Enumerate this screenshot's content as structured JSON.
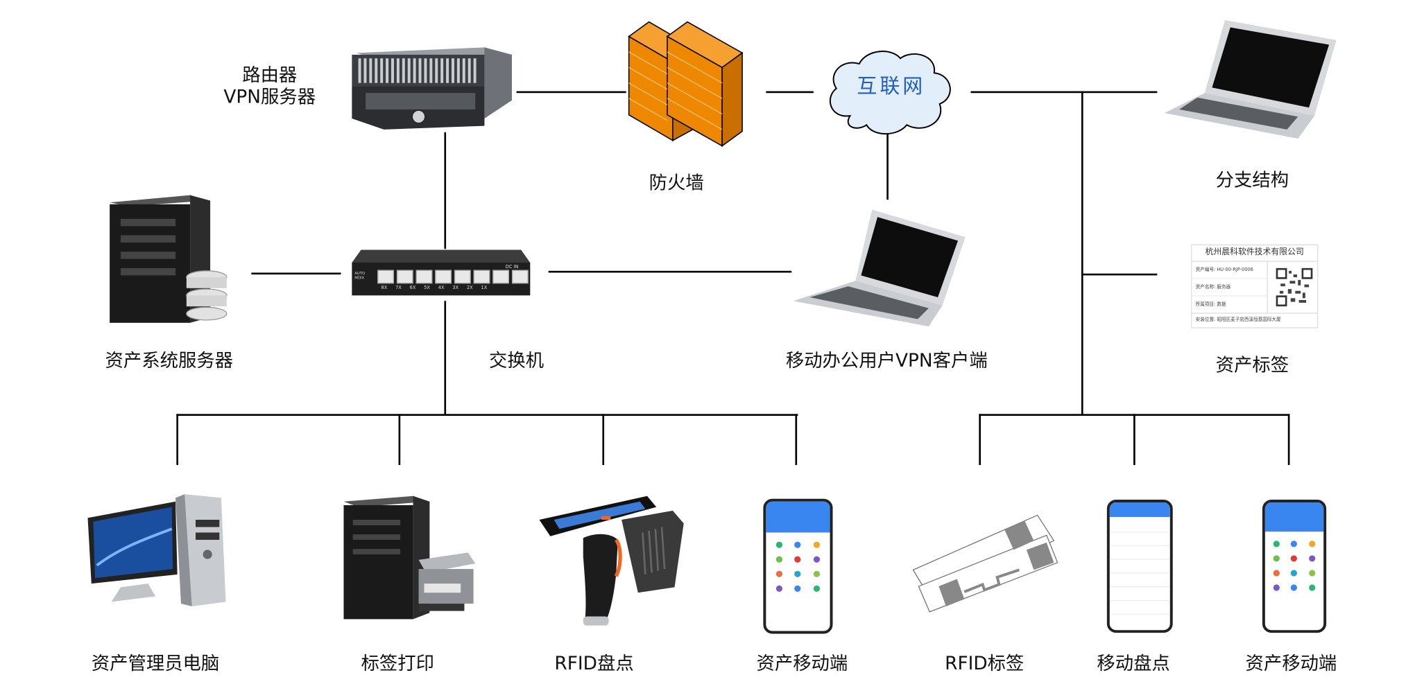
{
  "diagram": {
    "title": "资产管理系统网络拓扑图",
    "nodes": {
      "router": {
        "label_line1": "路由器",
        "label_line2": "VPN服务器"
      },
      "firewall": {
        "label": "防火墙"
      },
      "internet": {
        "label": "互联网"
      },
      "branch": {
        "label": "分支结构"
      },
      "asset_server": {
        "label": "资产系统服务器"
      },
      "switch": {
        "label": "交换机",
        "ports": [
          "8X",
          "7X",
          "6X",
          "5X",
          "4X",
          "3X",
          "2X",
          "1X"
        ],
        "dc_label": "DC IN",
        "auto_label": "AUTO MDIX"
      },
      "vpn_client": {
        "label": "移动办公用户VPN客户端"
      },
      "asset_tag": {
        "label": "资产标签",
        "company": "杭州晨科软件技术有限公司",
        "row1": "资产编号: HU-00-RJP-0006",
        "row2": "资产名称: 服务器",
        "row3": "所属项目: 数据",
        "row4": "安装位置: 昭阳区麦子店西溪恒基国际大厦"
      },
      "admin_pc": {
        "label": "资产管理员电脑"
      },
      "label_print": {
        "label": "标签打印"
      },
      "rfid_inventory": {
        "label": "RFID盘点"
      },
      "mobile_left": {
        "label": "资产移动端"
      },
      "rfid_tag": {
        "label": "RFID标签"
      },
      "mobile_inventory": {
        "label": "移动盘点"
      },
      "mobile_right": {
        "label": "资产移动端"
      }
    },
    "colors": {
      "firewall": "#EE8800",
      "cloud_fill": "#E3EEFB",
      "cloud_text": "#1F5FC4",
      "app_blue": "#3A86F0",
      "line": "#000000"
    }
  }
}
